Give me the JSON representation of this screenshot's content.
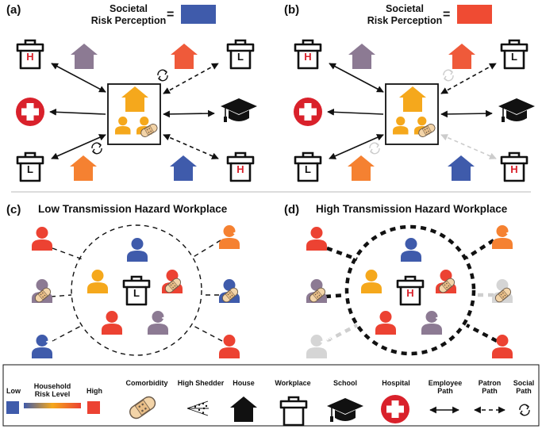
{
  "panels": {
    "a": "(a)",
    "b": "(b)",
    "c": "(c)",
    "d": "(d)"
  },
  "risk_perception": {
    "label_line1": "Societal",
    "label_line2": "Risk Perception",
    "equals": "=",
    "low_color": "#3f5bab",
    "high_color": "#ef4b33"
  },
  "workplace_titles": {
    "low": "Low Transmission Hazard Workplace",
    "high": "High Transmission Hazard Workplace"
  },
  "building_letters": {
    "hospital_marker": "H",
    "low_workplace": "L",
    "high_workplace": "H"
  },
  "colors": {
    "low_risk": "#3f5bab",
    "mid_purple": "#8c7a93",
    "medium_yellow": "#f5a81c",
    "orange": "#f58131",
    "high_risk": "#ec4232",
    "hospital_red": "#d9212b",
    "greyed": "#d5d5d5"
  },
  "legend": {
    "low": "Low",
    "household_risk": "Household\nRisk Level",
    "high": "High",
    "comorbidity": "Comorbidity",
    "high_shedder": "High Shedder",
    "house": "House",
    "workplace": "Workplace",
    "school": "School",
    "hospital": "Hospital",
    "employee_path": "Employee\nPath",
    "patron_path": "Patron\nPath",
    "social_path": "Social\nPath"
  }
}
